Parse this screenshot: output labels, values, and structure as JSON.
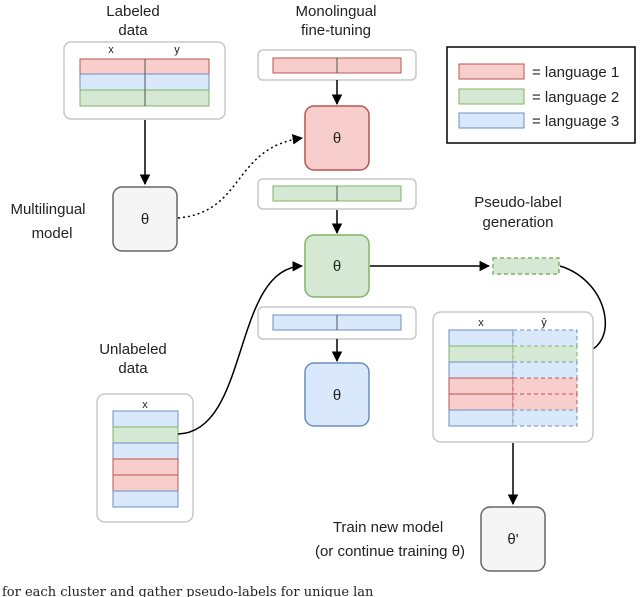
{
  "labels": {
    "labeled_data": [
      "Labeled",
      "data"
    ],
    "monolingual": [
      "Monolingual",
      "fine-tuning"
    ],
    "multilingual": [
      "Multilingual",
      "model"
    ],
    "unlabeled_data": [
      "Unlabeled",
      "data"
    ],
    "pseudo_label": [
      "Pseudo-label",
      "generation"
    ],
    "train_new": [
      "Train new model",
      "(or continue training θ)"
    ],
    "x": "x",
    "y": "y",
    "y_hat": "ŷ",
    "cut_caption": "for each cluster and gather pseudo-labels for unique lan"
  },
  "nodes": {
    "theta": "θ",
    "theta_prime": "θ'"
  },
  "legend": [
    {
      "label": "= language 1",
      "fill": "#f8cecc",
      "stroke": "#b85450"
    },
    {
      "label": "= language 2",
      "fill": "#d5e8d4",
      "stroke": "#82b366"
    },
    {
      "label": "= language 3",
      "fill": "#dae8fc",
      "stroke": "#6c8ebf"
    }
  ],
  "colors": {
    "lang1_fill": "#f8cecc",
    "lang1_stroke": "#b85450",
    "lang2_fill": "#d5e8d4",
    "lang2_stroke": "#82b366",
    "lang3_fill": "#dae8fc",
    "lang3_stroke": "#6c8ebf",
    "neutral_fill": "#f5f5f5",
    "neutral_stroke": "#666666",
    "container_stroke": "#c8c8c8"
  }
}
